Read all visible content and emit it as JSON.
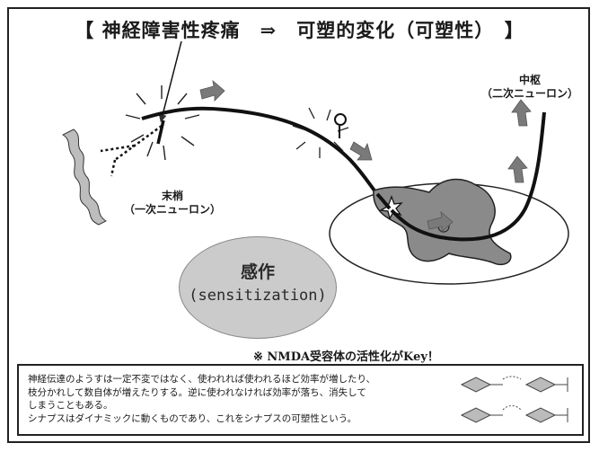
{
  "title": "【 神経障害性疼痛　⇒　可塑的変化（可塑性）　】",
  "labels": {
    "peripheral": [
      "末梢",
      "（一次ニューロン）"
    ],
    "central": [
      "中枢",
      "（二次ニューロン）"
    ]
  },
  "sensitization": {
    "line1": "感作",
    "line2": "(sensitization)"
  },
  "note": "※ NMDA受容体の活性化がKey！",
  "description": [
    "神経伝達のようすは一定不変ではなく、使われれば使われるほど効率が増したり、",
    "枝分かれして数自体が増えたりする。逆に使われなければ効率が落ち、消失して",
    "しまうこともある。",
    "シナプスはダイナミックに動くものであり、これをシナプスの可塑性という。"
  ],
  "colors": {
    "arrow": "#7a7a7a",
    "ellipse": "#cbcbcb",
    "grey_matter": "#8a8a8a",
    "line": "#111111"
  }
}
